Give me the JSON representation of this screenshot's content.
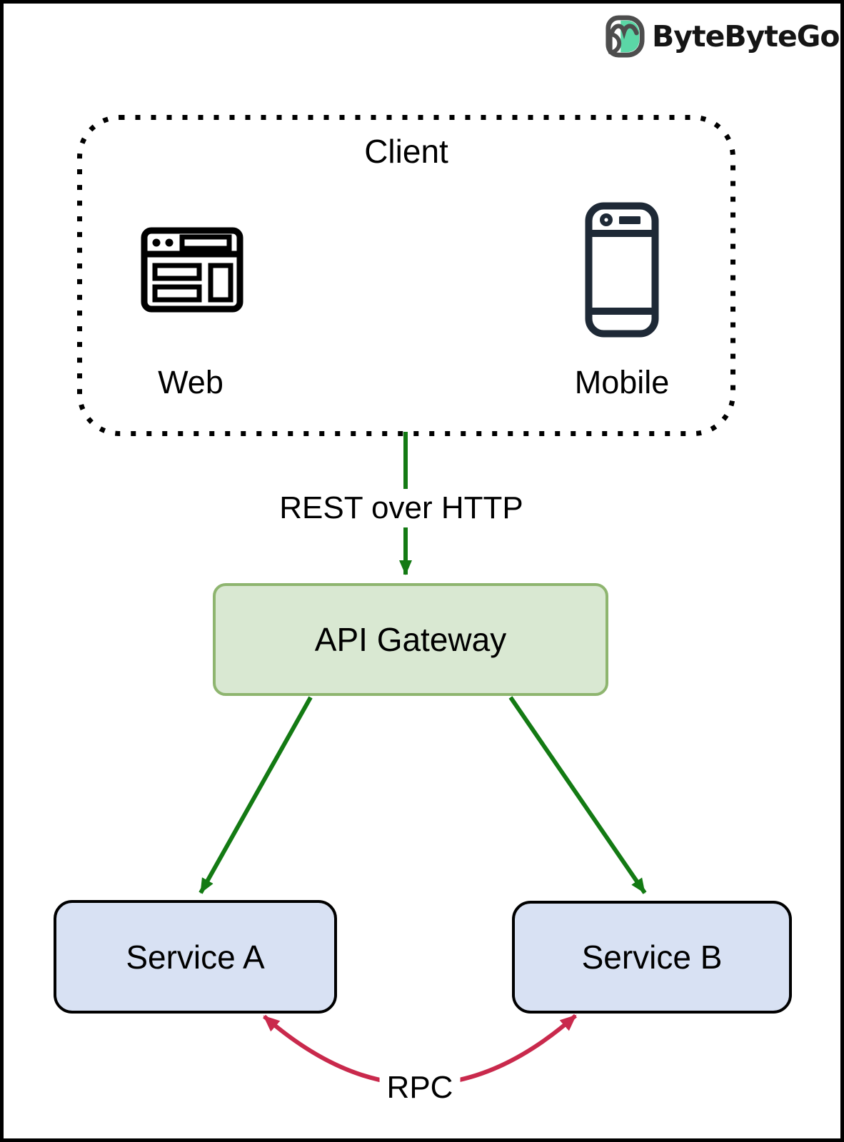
{
  "logo": {
    "brand": "ByteByteGo"
  },
  "client": {
    "title": "Client",
    "web_label": "Web",
    "mobile_label": "Mobile"
  },
  "labels": {
    "rest": "REST over HTTP",
    "rpc": "RPC"
  },
  "nodes": {
    "api_gateway": "API Gateway",
    "service_a": "Service A",
    "service_b": "Service B"
  },
  "colors": {
    "arrow_green": "#137a13",
    "arrow_red": "#c9294c",
    "gateway_fill": "#d9e8d2",
    "gateway_border": "#8eb56f",
    "service_fill": "#d8e1f3",
    "service_border": "#000000",
    "client_border": "#000000",
    "icon_web": "#000000",
    "icon_mobile": "#1e2936",
    "logo_mint": "#5bd7a6",
    "logo_outline": "#4d4d4d"
  }
}
